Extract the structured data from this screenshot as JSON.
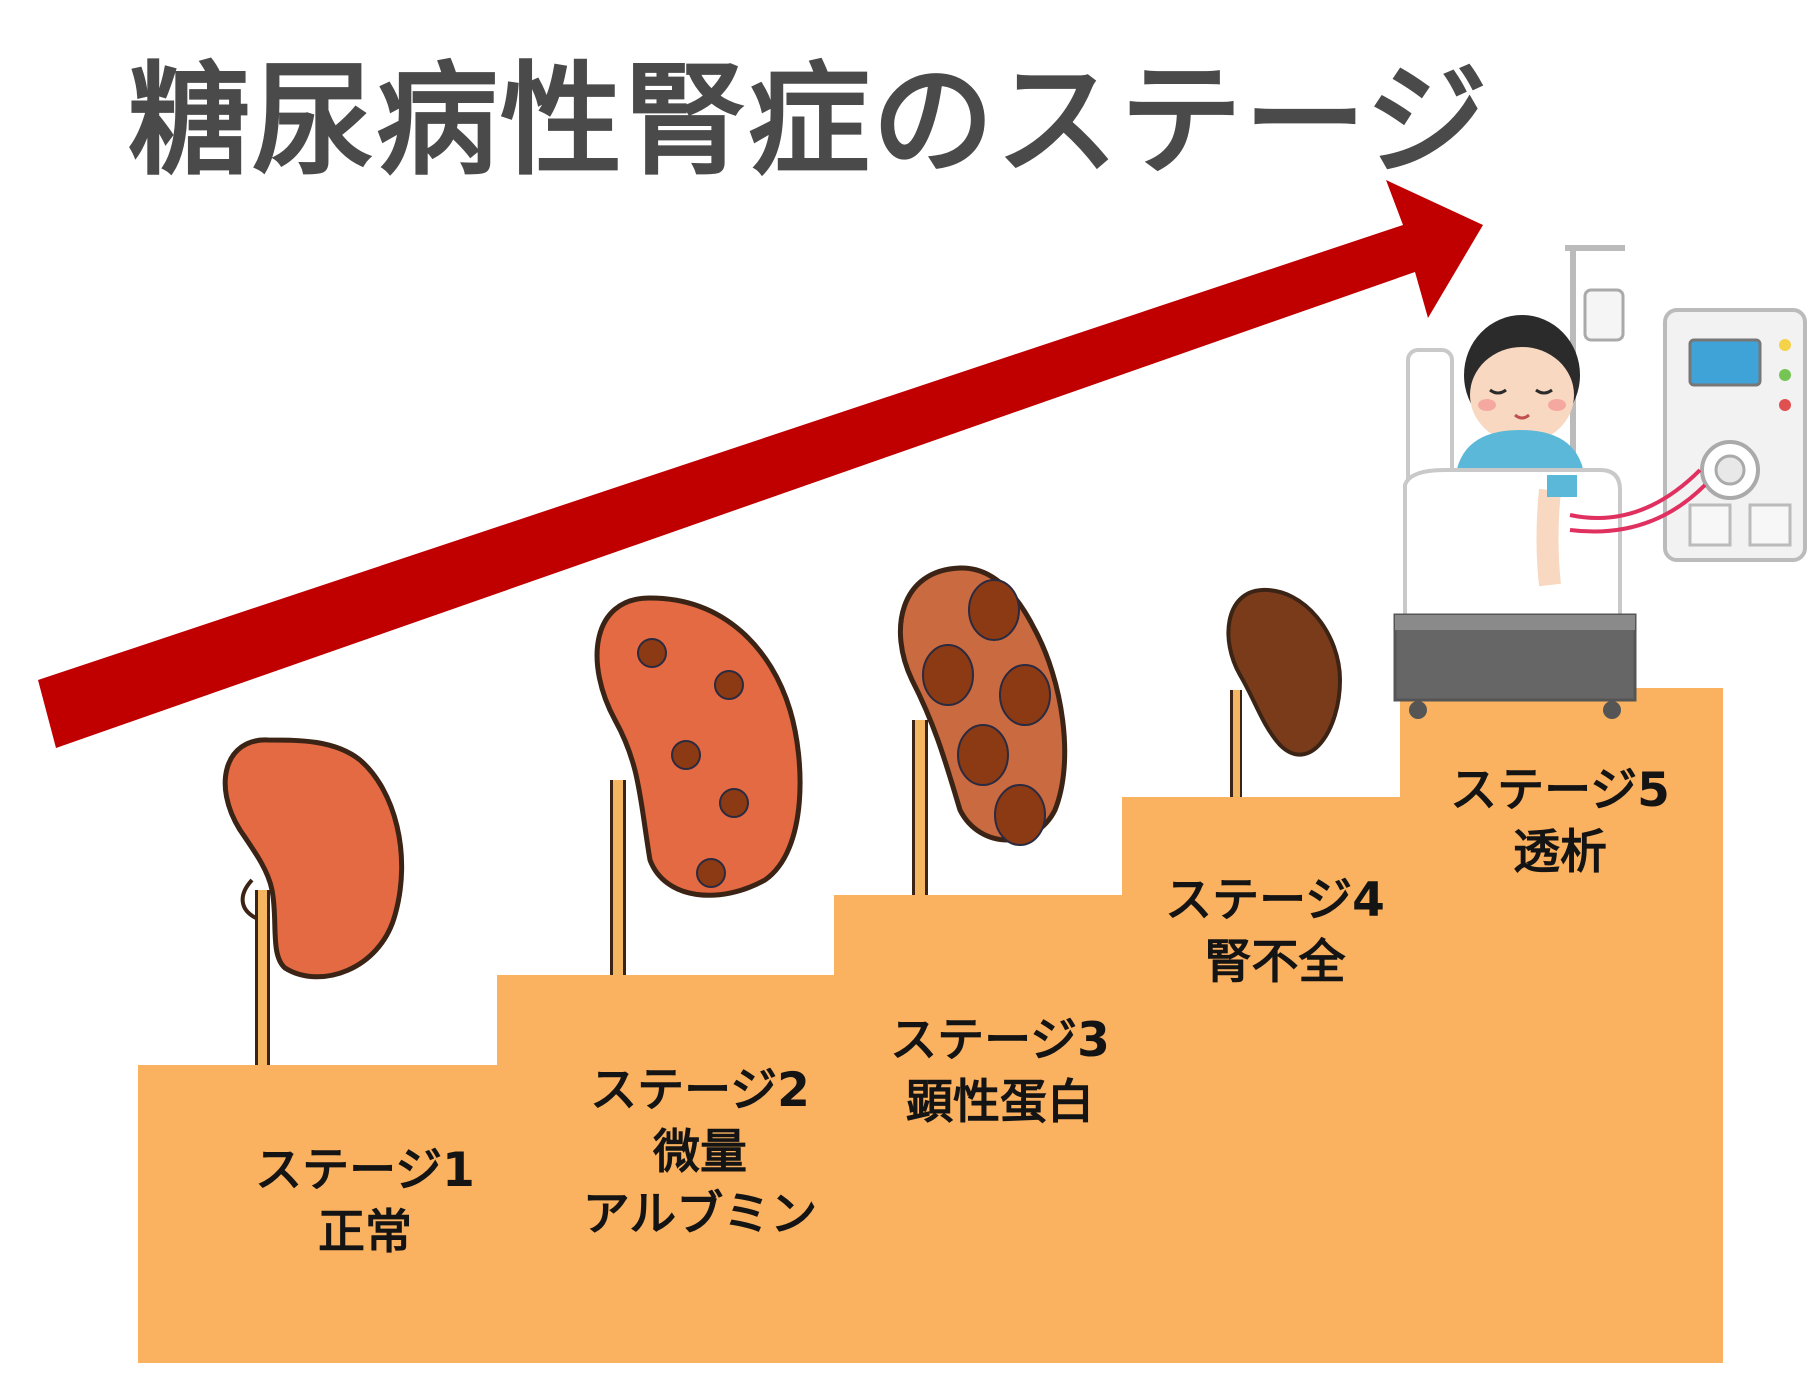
{
  "title": "糖尿病性腎症のステージ",
  "colors": {
    "step": "#fbb260",
    "arrow": "#c00000",
    "title": "#4a4a4a",
    "kidney_normal": "#e36a43",
    "kidney_stage3": "#c96a40",
    "kidney_stage4": "#7a3b1a",
    "spot": "#8b3a14",
    "ureter": "#f4b660",
    "outline": "#3b2415"
  },
  "stages": [
    {
      "name": "ステージ1",
      "lines": [
        "正常"
      ]
    },
    {
      "name": "ステージ2",
      "lines": [
        "微量",
        "アルブミン"
      ]
    },
    {
      "name": "ステージ3",
      "lines": [
        "顕性蛋白"
      ]
    },
    {
      "name": "ステージ4",
      "lines": [
        "腎不全"
      ]
    },
    {
      "name": "ステージ5",
      "lines": [
        "透析"
      ]
    }
  ],
  "illustrations": {
    "progress_arrow": "arrow-up-right-icon",
    "patient": "dialysis-patient-icon"
  }
}
